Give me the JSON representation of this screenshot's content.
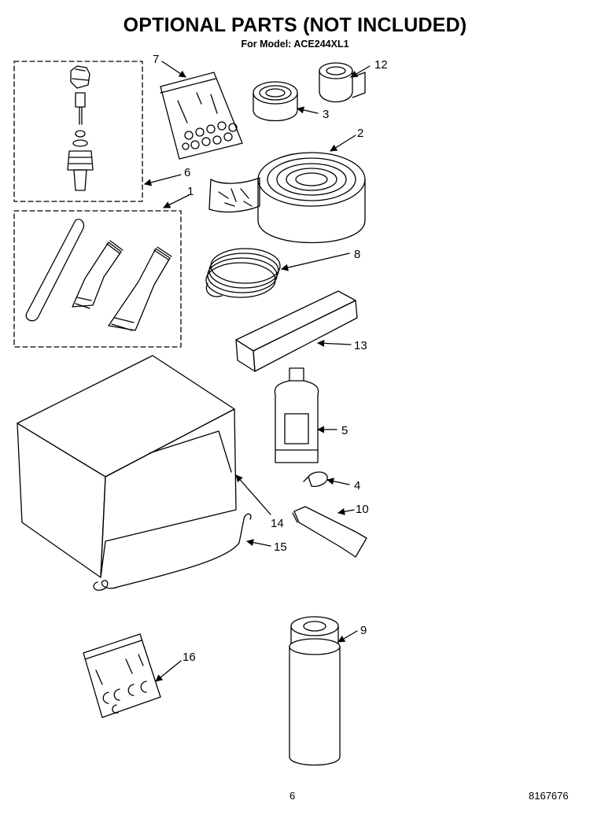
{
  "header": {
    "title": "OPTIONAL PARTS (NOT INCLUDED)",
    "subtitle": "For Model: ACE244XL1"
  },
  "callouts": [
    "7",
    "12",
    "3",
    "2",
    "6",
    "1",
    "8",
    "13",
    "5",
    "4",
    "14",
    "10",
    "15",
    "9",
    "16"
  ],
  "footer": {
    "page_number": "6",
    "document_number": "8167676"
  }
}
